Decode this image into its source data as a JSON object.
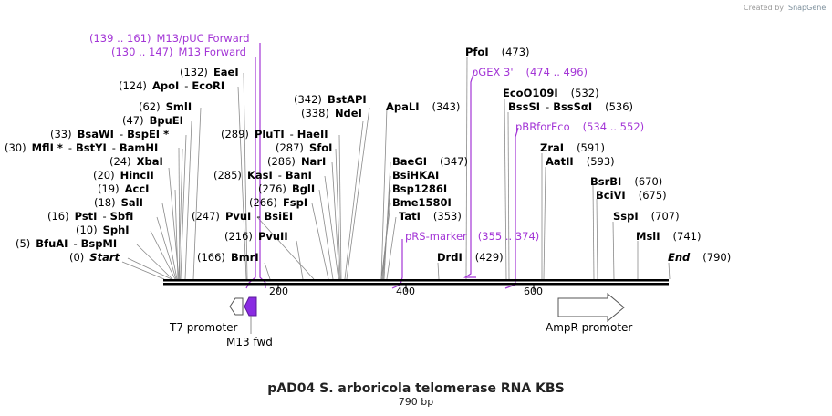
{
  "credit": {
    "prefix": "Created by",
    "brand": "SnapGene"
  },
  "title": "pAD04 S. arboricola telomerase RNA KBS",
  "subtitle": "790 bp",
  "colors": {
    "primer": "#a335d6",
    "backbone": "#000000",
    "feature_arrow": "#ffffff",
    "primer_arrow": "#8a2be2"
  },
  "ruler": {
    "ticks": [
      "200",
      "400",
      "600"
    ]
  },
  "enzymes_left": [
    {
      "pos": "(139 .. 161)",
      "name": "M13/pUC Forward",
      "primer": true
    },
    {
      "pos": "(130 .. 147)",
      "name": "M13 Forward",
      "primer": true
    },
    {
      "pos": "(132)",
      "name": "EaeI"
    },
    {
      "pos": "(124)",
      "name": "ApoI",
      "name2": "EcoRI"
    },
    {
      "pos": "(62)",
      "name": "SmlI"
    },
    {
      "pos": "(47)",
      "name": "BpuEI"
    },
    {
      "pos": "(33)",
      "name": "BsaWI",
      "name2": "BspEI *"
    },
    {
      "pos": "(30)",
      "name": "MflI *",
      "name2": "BstYI",
      "name3": "BamHI"
    },
    {
      "pos": "(24)",
      "name": "XbaI"
    },
    {
      "pos": "(20)",
      "name": "HincII"
    },
    {
      "pos": "(19)",
      "name": "AccI"
    },
    {
      "pos": "(18)",
      "name": "SalI"
    },
    {
      "pos": "(16)",
      "name": "PstI",
      "name2": "SbfI"
    },
    {
      "pos": "(10)",
      "name": "SphI"
    },
    {
      "pos": "(5)",
      "name": "BfuAI",
      "name2": "BspMI"
    },
    {
      "pos": "(0)",
      "name": "Start"
    }
  ],
  "enzymes_mid": [
    {
      "pos": "(342)",
      "name": "BstAPI"
    },
    {
      "pos": "(338)",
      "name": "NdeI"
    },
    {
      "pos": "(289)",
      "name": "PluTI",
      "name2": "HaeII"
    },
    {
      "pos": "(287)",
      "name": "SfoI"
    },
    {
      "pos": "(286)",
      "name": "NarI"
    },
    {
      "pos": "(285)",
      "name": "KasI",
      "name2": "BanI"
    },
    {
      "pos": "(276)",
      "name": "BglI"
    },
    {
      "pos": "(266)",
      "name": "FspI"
    },
    {
      "pos": "(247)",
      "name": "PvuI",
      "name2": "BsiEI"
    },
    {
      "pos": "(216)",
      "name": "PvuII"
    },
    {
      "pos": "(166)",
      "name": "BmrI"
    }
  ],
  "enzymes_right": [
    {
      "pos": "(343)",
      "name": "ApaLI"
    },
    {
      "pos": "(347)",
      "name": "BaeGI"
    },
    {
      "name": "BsiHKAI"
    },
    {
      "name": "Bsp1286I"
    },
    {
      "name": "Bme1580I"
    },
    {
      "pos": "(353)",
      "name": "TatI"
    },
    {
      "pos": "(355 .. 374)",
      "name": "pRS-marker",
      "primer": true
    },
    {
      "pos": "(429)",
      "name": "DrdI"
    },
    {
      "pos": "(473)",
      "name": "PfoI"
    },
    {
      "pos": "(474 .. 496)",
      "name": "pGEX 3'",
      "primer": true
    },
    {
      "pos": "(532)",
      "name": "EcoO109I"
    },
    {
      "pos": "(536)",
      "name": "BssSI",
      "name2": "BssSαI"
    },
    {
      "pos": "(534 .. 552)",
      "name": "pBRforEco",
      "primer": true
    },
    {
      "pos": "(591)",
      "name": "ZraI"
    },
    {
      "pos": "(593)",
      "name": "AatII"
    },
    {
      "pos": "(670)",
      "name": "BsrBI"
    },
    {
      "pos": "(675)",
      "name": "BciVI"
    },
    {
      "pos": "(707)",
      "name": "SspI"
    },
    {
      "pos": "(741)",
      "name": "MslI"
    },
    {
      "pos": "(790)",
      "name": "End"
    }
  ],
  "features": {
    "t7": "T7 promoter",
    "m13fwd": "M13 fwd",
    "ampr": "AmpR promoter"
  }
}
